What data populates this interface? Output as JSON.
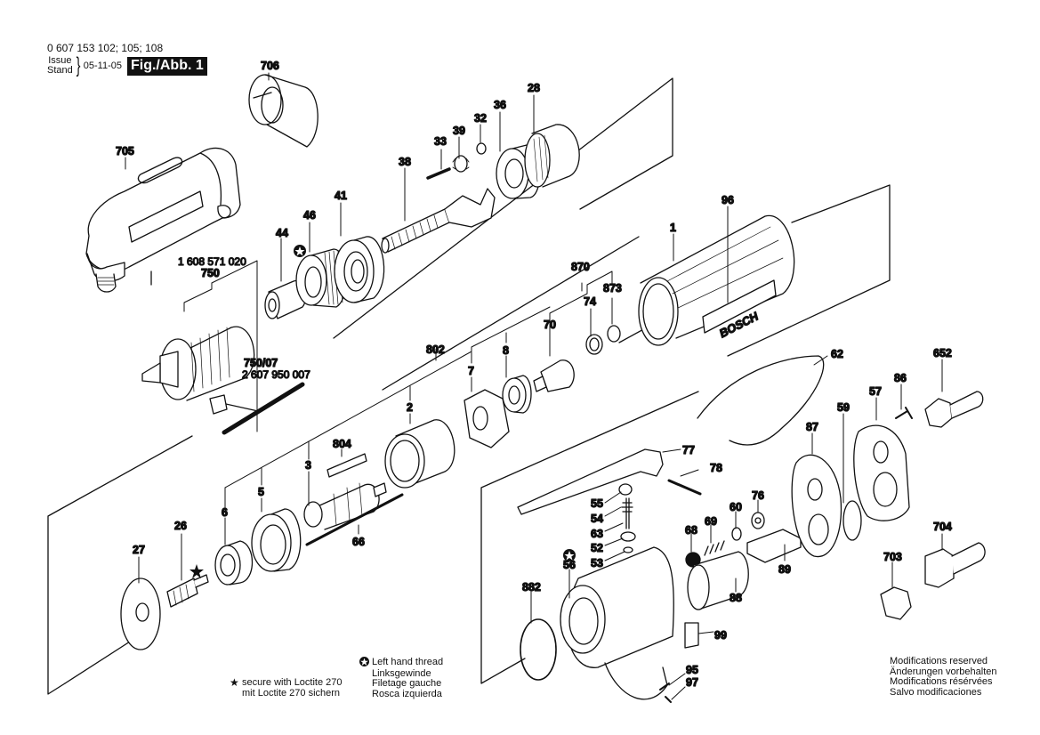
{
  "header": {
    "part_numbers": "0 607 153 102; 105; 108",
    "issue_label": "Issue",
    "stand_label": "Stand",
    "issue_date": "05-11-05",
    "figure_badge": "Fig./Abb. 1"
  },
  "brand_text": "BOSCH",
  "part_labels": {
    "p1": "1",
    "p2": "2",
    "p3": "3",
    "p5": "5",
    "p6": "6",
    "p7": "7",
    "p8": "8",
    "p26": "26",
    "p27": "27",
    "p28": "28",
    "p32": "32",
    "p33": "33",
    "p36": "36",
    "p38": "38",
    "p39": "39",
    "p41": "41",
    "p44": "44",
    "p46": "46",
    "p52": "52",
    "p53": "53",
    "p54": "54",
    "p55": "55",
    "p56": "56",
    "p57": "57",
    "p59": "59",
    "p60": "60",
    "p62": "62",
    "p63": "63",
    "p66": "66",
    "p68": "68",
    "p69": "69",
    "p70": "70",
    "p74": "74",
    "p76": "76",
    "p77": "77",
    "p78": "78",
    "p86": "86",
    "p87": "87",
    "p88": "88",
    "p89": "89",
    "p95": "95",
    "p96": "96",
    "p97": "97",
    "p99": "99",
    "p652": "652",
    "p703": "703",
    "p704": "704",
    "p705": "705",
    "p706": "706",
    "p750": "750",
    "p750_order": "1 608 571 020",
    "p750_07": "750/07",
    "p750_07_order": "2 607 950 007",
    "p802": "802",
    "p804": "804",
    "p870": "870",
    "p873": "873",
    "p882": "882"
  },
  "legend": {
    "loctite": {
      "icon": "star-icon",
      "lines": [
        "secure with Loctite 270",
        "mit Loctite 270 sichern"
      ]
    },
    "left_hand_thread": {
      "icon": "left-hand-thread-icon",
      "lines": [
        "Left hand thread",
        "Linksgewinde",
        "Filetage gauche",
        "Rosca izquierda"
      ]
    },
    "modifications": {
      "lines": [
        "Modifications reserved",
        "Änderungen vorbehalten",
        "Modifications résérvées",
        "Salvo modificaciones"
      ]
    }
  }
}
